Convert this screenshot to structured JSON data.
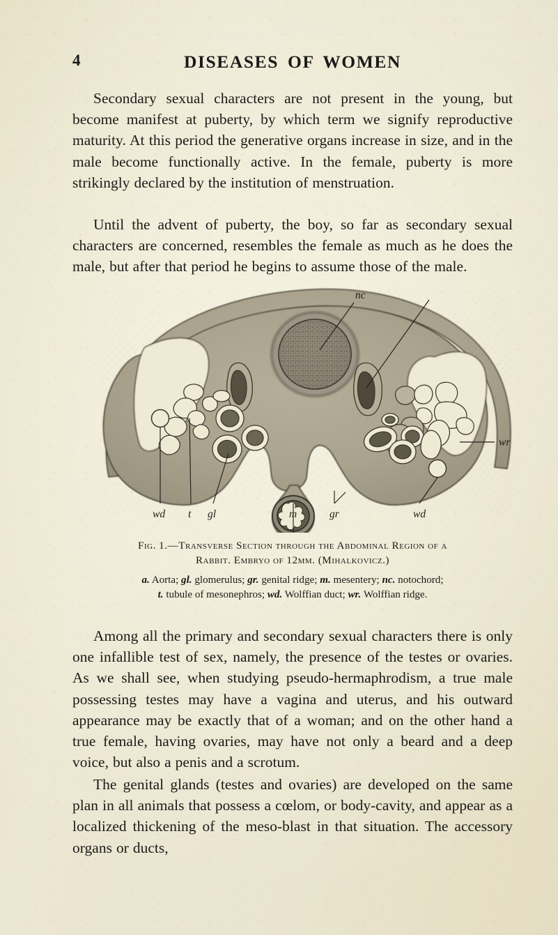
{
  "page": {
    "folio": "4",
    "running_head": "DISEASES OF WOMEN",
    "paper_color": "#e9e4cd",
    "ink_color": "#1a1a18"
  },
  "body": {
    "paragraph_1": "Secondary sexual characters are not present in the young, but become manifest at puberty, by which term we signify reproductive maturity.  At this period the generative organs increase in size, and in the male become functionally active. In the female, puberty is more strikingly declared by the institution of menstruation.",
    "paragraph_2": "Until the advent of puberty, the boy, so far as secondary sexual characters are concerned, resembles the female as much as he does the male, but after that period he begins to assume those of the male.",
    "paragraph_3": "Among all the primary and secondary sexual characters there is only one infallible test of sex, namely, the presence of the testes or ovaries.  As we shall see, when studying pseudo-hermaphrodism, a true male possessing testes may have a vagina and uterus, and his outward appearance may be exactly that of a woman; and on the other hand a true female, having ovaries, may have not only a beard and a deep voice, but also a penis and a scrotum.",
    "paragraph_4": "The genital glands (testes and ovaries) are developed on the same plan in all animals that possess a cœlom, or body-cavity, and appear as a localized thickening of the meso-blast in that situation.  The accessory organs or ducts,"
  },
  "figure": {
    "caption_line_1": "Fig. 1.—Transverse Section through the Abdominal Region of a",
    "caption_line_2": "Rabbit.  Embryo of 12mm.  (Mihalkovicz.)",
    "legend_line_1_parts": [
      {
        "abbr": "a.",
        "text": " Aorta; "
      },
      {
        "abbr": "gl.",
        "text": " glomerulus; "
      },
      {
        "abbr": "gr.",
        "text": " genital ridge; "
      },
      {
        "abbr": "m.",
        "text": " mesentery; "
      },
      {
        "abbr": "nc.",
        "text": " notochord;"
      }
    ],
    "legend_line_2_parts": [
      {
        "abbr": "t.",
        "text": " tubule of mesonephros; "
      },
      {
        "abbr": "wd.",
        "text": " Wolffian duct; "
      },
      {
        "abbr": "wr.",
        "text": " Wolffian ridge."
      }
    ],
    "labels": {
      "nc": "nc",
      "wr": "wr",
      "wd_left": "wd",
      "t": "t",
      "gl": "gl",
      "m": "m",
      "gr": "gr",
      "wd_right": "wd"
    },
    "illustration_colors": {
      "tissue_fill": "#a9a28c",
      "tissue_fill_light": "#b9b29c",
      "outline": "#3a352c",
      "lumen": "#efead4",
      "notochord": "#8a8474"
    }
  }
}
